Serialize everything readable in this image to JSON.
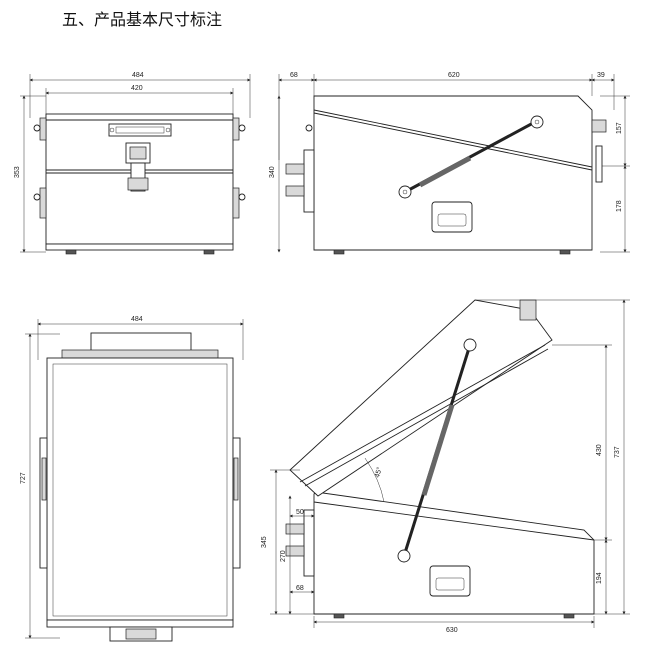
{
  "heading": "五、产品基本尺寸标注",
  "views": {
    "front": {
      "w_outer": "484",
      "w_inner": "420",
      "h": "353"
    },
    "side": {
      "left": "68",
      "mid": "620",
      "right": "39",
      "h": "340",
      "upper": "157",
      "lower": "178"
    },
    "top": {
      "w": "484",
      "h": "727"
    },
    "open": {
      "angle": "45°",
      "h_a": "345",
      "h_b": "270",
      "d_a": "50",
      "d_b": "68",
      "h_c": "430",
      "h_d": "737",
      "h_e": "194",
      "w": "630"
    }
  }
}
